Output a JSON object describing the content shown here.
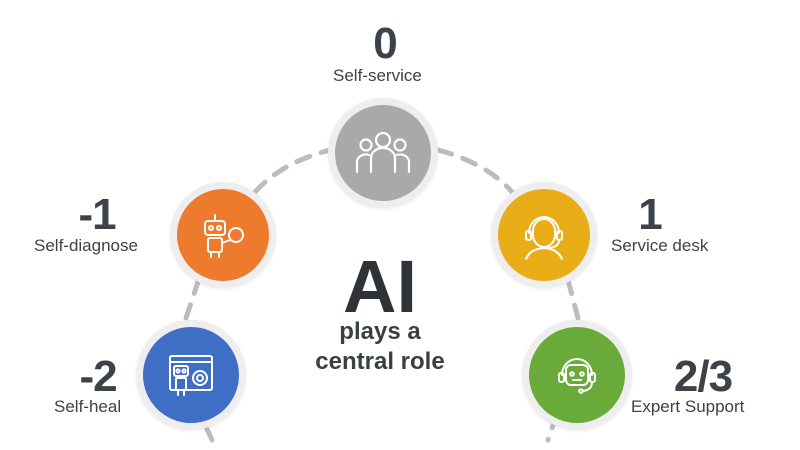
{
  "center": {
    "title": "AI",
    "subtitle": "plays a\ncentral role"
  },
  "levels": [
    {
      "id": "self-heal",
      "number": "-2",
      "label": "Self-heal",
      "color": "#3f6fc4",
      "icon": "robot-scan-icon"
    },
    {
      "id": "self-diagnose",
      "number": "-1",
      "label": "Self-diagnose",
      "color": "#ee7a2e",
      "icon": "robot-search-icon"
    },
    {
      "id": "self-service",
      "number": "0",
      "label": "Self-service",
      "color": "#a9a9a9",
      "icon": "group-icon"
    },
    {
      "id": "service-desk",
      "number": "1",
      "label": "Service desk",
      "color": "#e8ad17",
      "icon": "headset-agent-icon"
    },
    {
      "id": "expert-support",
      "number": "2/3",
      "label": "Expert Support",
      "color": "#6aaa3b",
      "icon": "headset-robot-icon"
    }
  ],
  "colors": {
    "connector": "#b9bcc0",
    "text": "#3d4248",
    "ring": "#eeeeee"
  }
}
